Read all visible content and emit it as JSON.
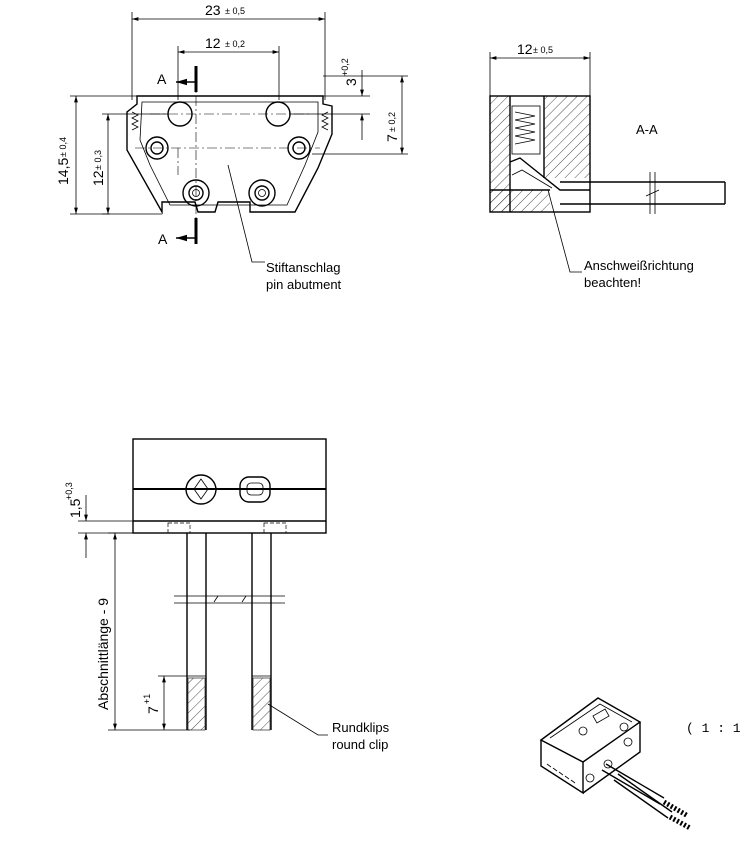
{
  "front_view": {
    "width_total": "23",
    "width_total_tol": "± 0,5",
    "width_holes": "12",
    "width_holes_tol": "± 0,2",
    "height_total": "14,5",
    "height_total_tol": "± 0,4",
    "height_holes": "12",
    "height_holes_tol": "± 0,3",
    "offset_top": "3",
    "offset_top_tol": "+0,2",
    "offset_mid": "7",
    "offset_mid_tol": "± 0,2",
    "section_mark": "A",
    "callout_de": "Stiftanschlag",
    "callout_en": "pin abutment"
  },
  "section_view": {
    "depth": "12",
    "depth_tol": "± 0,5",
    "label": "A-A",
    "callout_line1": "Anschweißrichtung",
    "callout_line2": "beachten!"
  },
  "side_view": {
    "offset": "1,5",
    "offset_tol": "+0,3",
    "cut_length": "Abschnittlänge - 9",
    "strip": "7",
    "strip_tol": "+1",
    "callout_de": "Rundklips",
    "callout_en": "round clip"
  },
  "iso_view": {
    "scale": "( 1 : 1 )"
  }
}
